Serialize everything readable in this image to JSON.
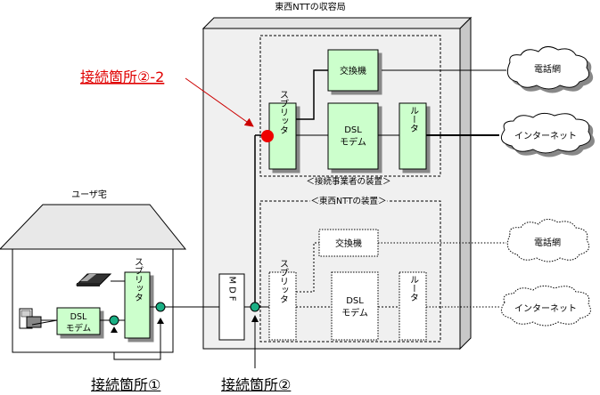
{
  "building": {
    "title": "東西NTTの収容局"
  },
  "operator_group": {
    "label": "＜接続事業者の装置＞"
  },
  "ntt_group": {
    "label": "＜東西NTTの装置＞"
  },
  "house": {
    "label": "ユーザ宅"
  },
  "operator": {
    "exchange": "交換機",
    "splitter": "スプリッタ",
    "dsl_modem": [
      "DSL",
      "モデム"
    ],
    "router": "ルータ"
  },
  "ntt": {
    "exchange": "交換機",
    "splitter": "スプリッタ",
    "dsl_modem": [
      "DSL",
      "モデム"
    ],
    "router": "ルータ"
  },
  "mdf": {
    "label": "MDF"
  },
  "user": {
    "dsl_modem": [
      "DSL",
      "モデム"
    ],
    "splitter": "スプリッタ"
  },
  "clouds": {
    "phone_top": "電話網",
    "internet_top": "インターネット",
    "phone_bottom": "電話網",
    "internet_bottom": "インターネット"
  },
  "connection_points": {
    "point_2_2": "接続箇所②-2",
    "point_1": "接続箇所①",
    "point_2": "接続箇所②"
  },
  "colors": {
    "box_green": "#ccffcc",
    "teal_dot": "#1aaf84",
    "red_dot": "#ee0000",
    "callout_red": "#e00000",
    "gray_fill": "#f0f0f0"
  }
}
